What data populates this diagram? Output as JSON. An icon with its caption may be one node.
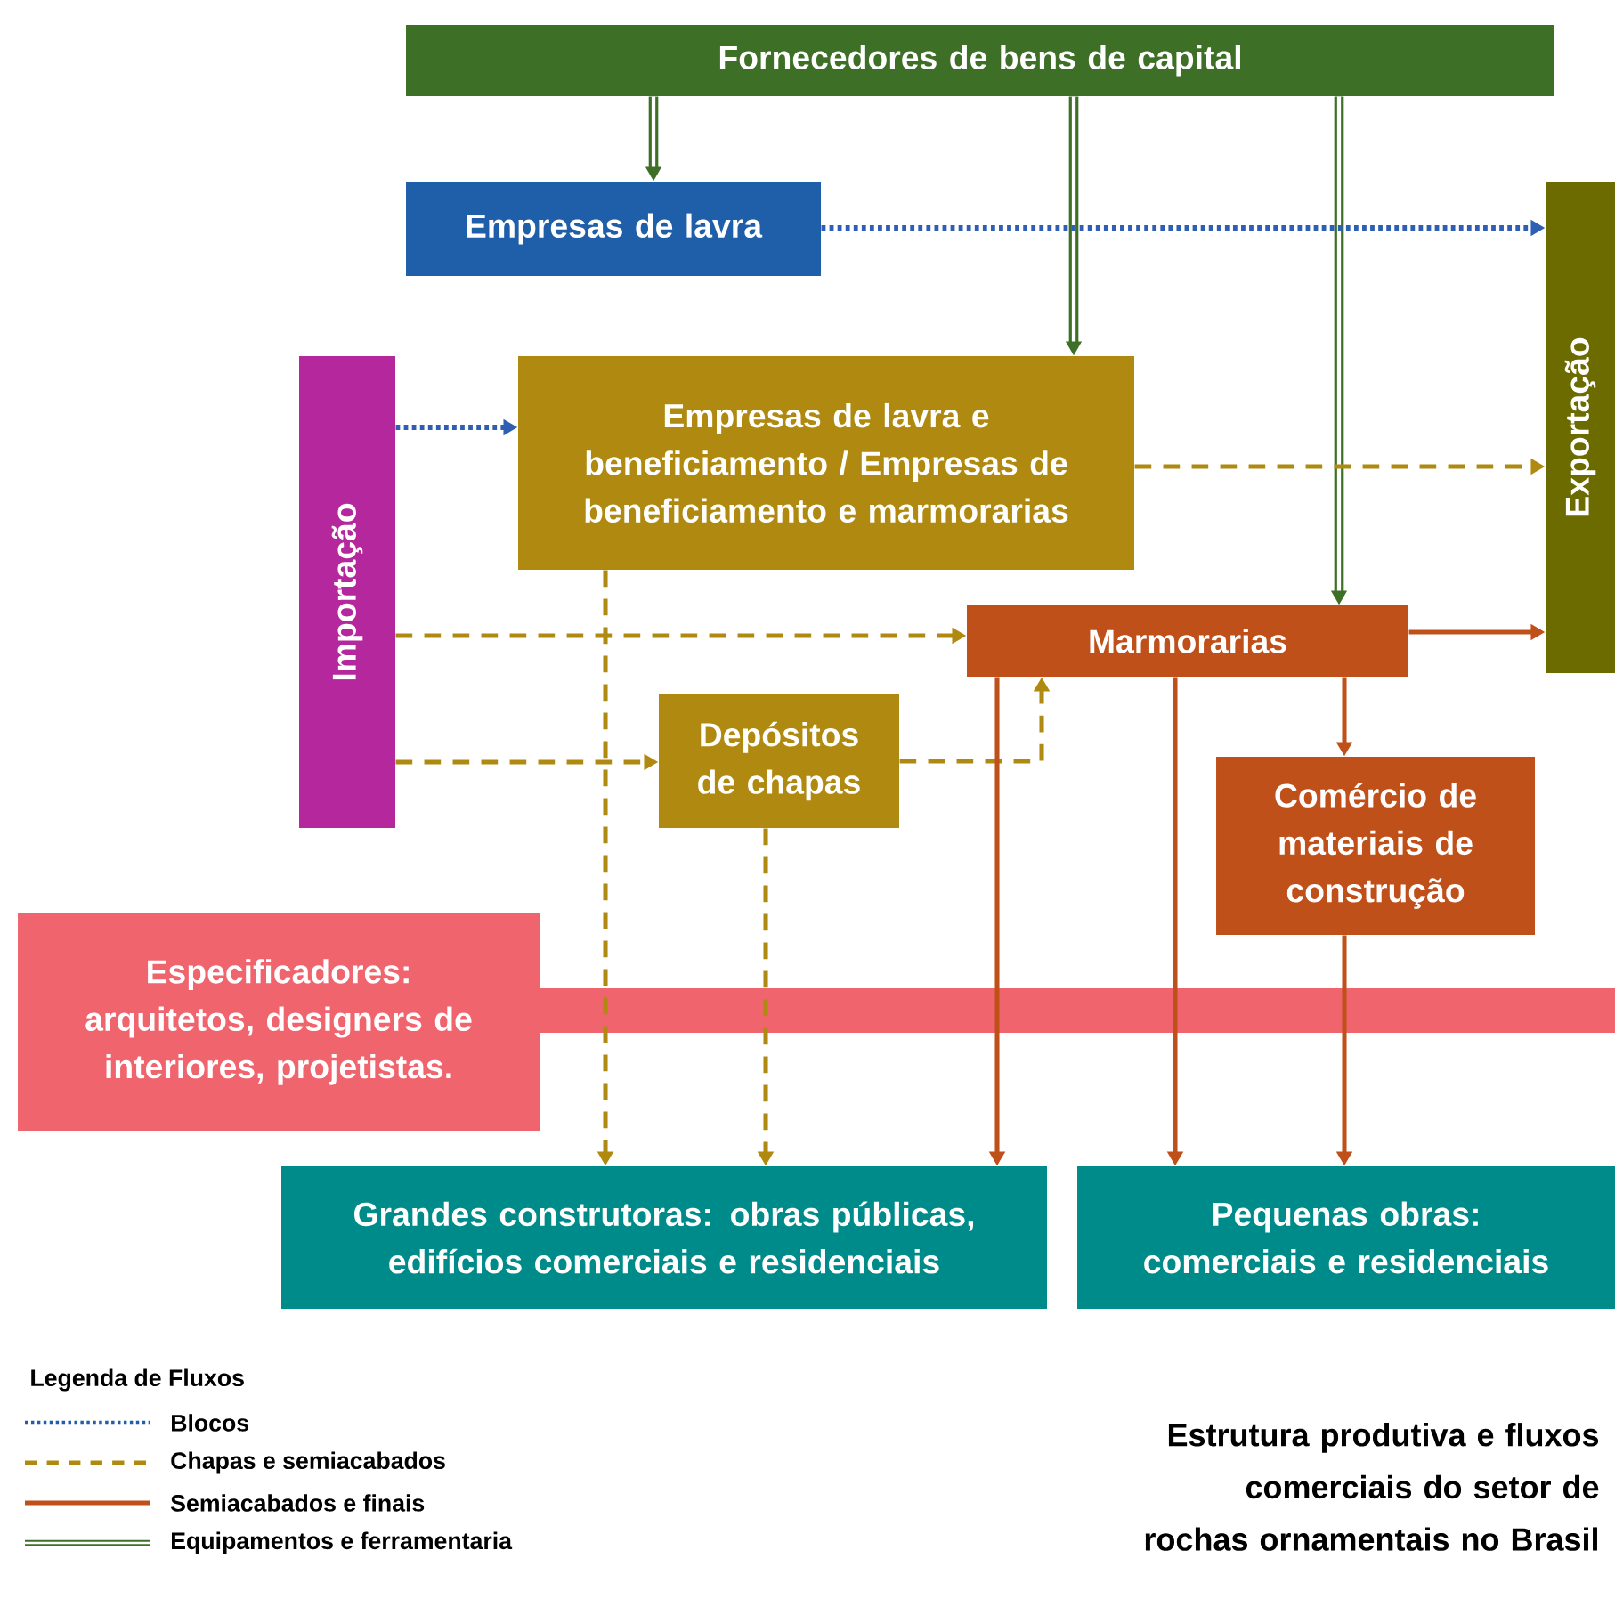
{
  "diagram": {
    "caption": "Estrutura produtiva e fluxos comerciais do setor de rochas ornamentais no Brasil",
    "nodes": [
      {
        "text": [
          "Fornecedores de bens de capital"
        ]
      },
      {
        "text": [
          "Empresas de lavra"
        ]
      },
      {
        "text": [
          "Exportação"
        ]
      },
      {
        "text": [
          "Importação"
        ]
      },
      {
        "text": [
          "Empresas de lavra e beneficiamento / Empresas de beneficiamento e marmorarias"
        ]
      },
      {
        "text": [
          "Marmorarias"
        ]
      },
      {
        "text": [
          "Depósitos de chapas"
        ]
      },
      {
        "text": [
          "Comércio de materiais de construção"
        ]
      },
      {
        "text": [
          "Especificadores: arquitetos, designers de interiores, projetistas."
        ]
      },
      {
        "text": [
          "Grandes construtoras: obras públicas, edifícios comerciais e residenciais"
        ]
      },
      {
        "text": [
          "Pequenas obras: comerciais e residenciais"
        ]
      }
    ],
    "edges": [
      {
        "from": 0,
        "to": 1,
        "arrow": "to",
        "style": "thick",
        "color": "#3d7026"
      },
      {
        "from": 0,
        "to": 4,
        "arrow": "to",
        "style": "thick",
        "color": "#3d7026"
      },
      {
        "from": 0,
        "to": 5,
        "arrow": "to",
        "style": "thick",
        "color": "#3d7026"
      },
      {
        "from": 1,
        "to": 2,
        "arrow": "to",
        "style": "dashed",
        "color": "#2f5fb3"
      },
      {
        "from": 3,
        "to": 4,
        "arrow": "to",
        "style": "dashed",
        "color": "#2f5fb3"
      },
      {
        "from": 4,
        "to": 2,
        "arrow": "to",
        "style": "dashed"
      },
      {
        "from": 3,
        "to": 5,
        "arrow": "to",
        "style": "dashed"
      },
      {
        "from": 3,
        "to": 6,
        "arrow": "to",
        "style": "dashed"
      },
      {
        "from": 6,
        "to": 5,
        "arrow": "to",
        "style": "dashed"
      },
      {
        "from": 4,
        "to": 9,
        "arrow": "to",
        "style": "dashed"
      },
      {
        "from": 6,
        "to": 9,
        "arrow": "to",
        "style": "dashed"
      },
      {
        "from": 5,
        "to": 2,
        "arrow": "to",
        "color": "#c0501a"
      },
      {
        "from": 5,
        "to": 7,
        "arrow": "to",
        "color": "#c0501a"
      },
      {
        "from": 5,
        "to": 9,
        "arrow": "to",
        "color": "#c0501a"
      },
      {
        "from": 5,
        "to": 10,
        "arrow": "to",
        "color": "#c0501a"
      },
      {
        "from": 7,
        "to": 10,
        "arrow": "to",
        "color": "#c0501a"
      }
    ],
    "labels": [
      "Legenda de Fluxos"
    ],
    "legend": [
      {
        "text": "Blocos"
      },
      {
        "text": "Chapas  e semiacabados"
      },
      {
        "text": "Semiacabados  e finais"
      },
      {
        "text": "Equipamentos  e ferramentaria"
      }
    ]
  }
}
